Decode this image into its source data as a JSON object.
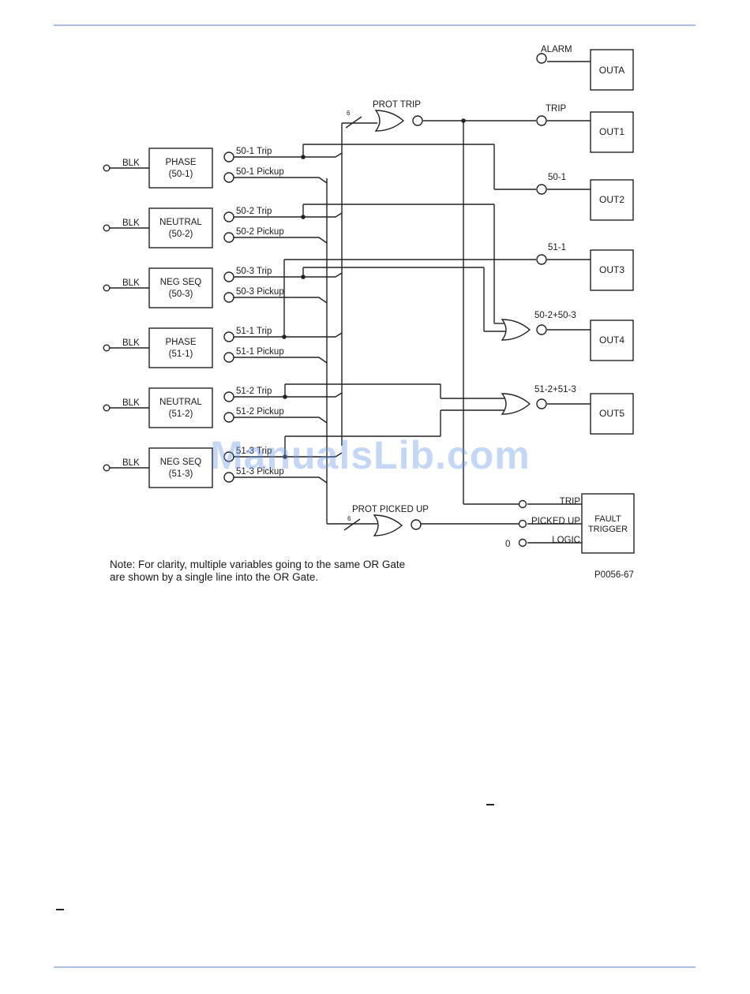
{
  "blocks": [
    {
      "line1": "PHASE",
      "line2": "(50-1)",
      "blk": "BLK",
      "trip": "50-1 Trip",
      "pickup": "50-1 Pickup"
    },
    {
      "line1": "NEUTRAL",
      "line2": "(50-2)",
      "blk": "BLK",
      "trip": "50-2 Trip",
      "pickup": "50-2 Pickup"
    },
    {
      "line1": "NEG SEQ",
      "line2": "(50-3)",
      "blk": "BLK",
      "trip": "50-3 Trip",
      "pickup": "50-3 Pickup"
    },
    {
      "line1": "PHASE",
      "line2": "(51-1)",
      "blk": "BLK",
      "trip": "51-1 Trip",
      "pickup": "51-1 Pickup"
    },
    {
      "line1": "NEUTRAL",
      "line2": "(51-2)",
      "blk": "BLK",
      "trip": "51-2 Trip",
      "pickup": "51-2 Pickup"
    },
    {
      "line1": "NEG SEQ",
      "line2": "(51-3)",
      "blk": "BLK",
      "trip": "51-3 Trip",
      "pickup": "51-3 Pickup"
    }
  ],
  "gates": {
    "prot_trip": "PROT TRIP",
    "prot_picked_up": "PROT PICKED UP",
    "bus_count_top": "6",
    "bus_count_bottom": "6"
  },
  "outputs": [
    {
      "label": "OUTA",
      "signal": "ALARM"
    },
    {
      "label": "OUT1",
      "signal": "TRIP"
    },
    {
      "label": "OUT2",
      "signal": "50-1"
    },
    {
      "label": "OUT3",
      "signal": "51-1"
    },
    {
      "label": "OUT4",
      "signal": "50-2+50-3"
    },
    {
      "label": "OUT5",
      "signal": "51-2+51-3"
    }
  ],
  "fault_trigger": {
    "title1": "FAULT",
    "title2": "TRIGGER",
    "inputs": [
      "TRIP",
      "PICKED UP",
      "LOGIC"
    ],
    "logic_value": "0"
  },
  "note": {
    "line1": "Note: For clarity, multiple variables going to the same OR Gate",
    "line2": "are shown by a single line into the OR Gate."
  },
  "figure_id": "P0056-67",
  "watermark": "ManualsLib.com"
}
